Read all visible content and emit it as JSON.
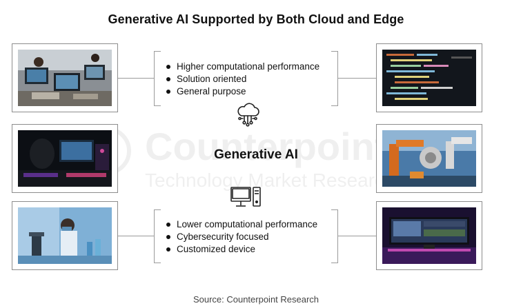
{
  "title": "Generative AI Supported by Both Cloud and Edge",
  "center_label": "Generative AI",
  "watermark": {
    "line1": "Counterpoint",
    "line2": "Technology Market Research"
  },
  "cloud_features": [
    "Higher computational performance",
    "Solution oriented",
    "General purpose"
  ],
  "edge_features": [
    "Lower computational performance",
    "Cybersecurity focused",
    "Customized device"
  ],
  "source": "Source: Counterpoint Research",
  "icons": {
    "cloud": "cloud-network-icon",
    "edge": "desktop-computer-icon"
  },
  "images": {
    "left_top": "people working on laptops in office",
    "left_mid": "gaming setup with RGB lighting",
    "left_bot": "scientist with microscope in lab",
    "right_top": "code on monitor screen",
    "right_mid": "industrial robotic arms",
    "right_bot": "widescreen monitor editing setup"
  }
}
